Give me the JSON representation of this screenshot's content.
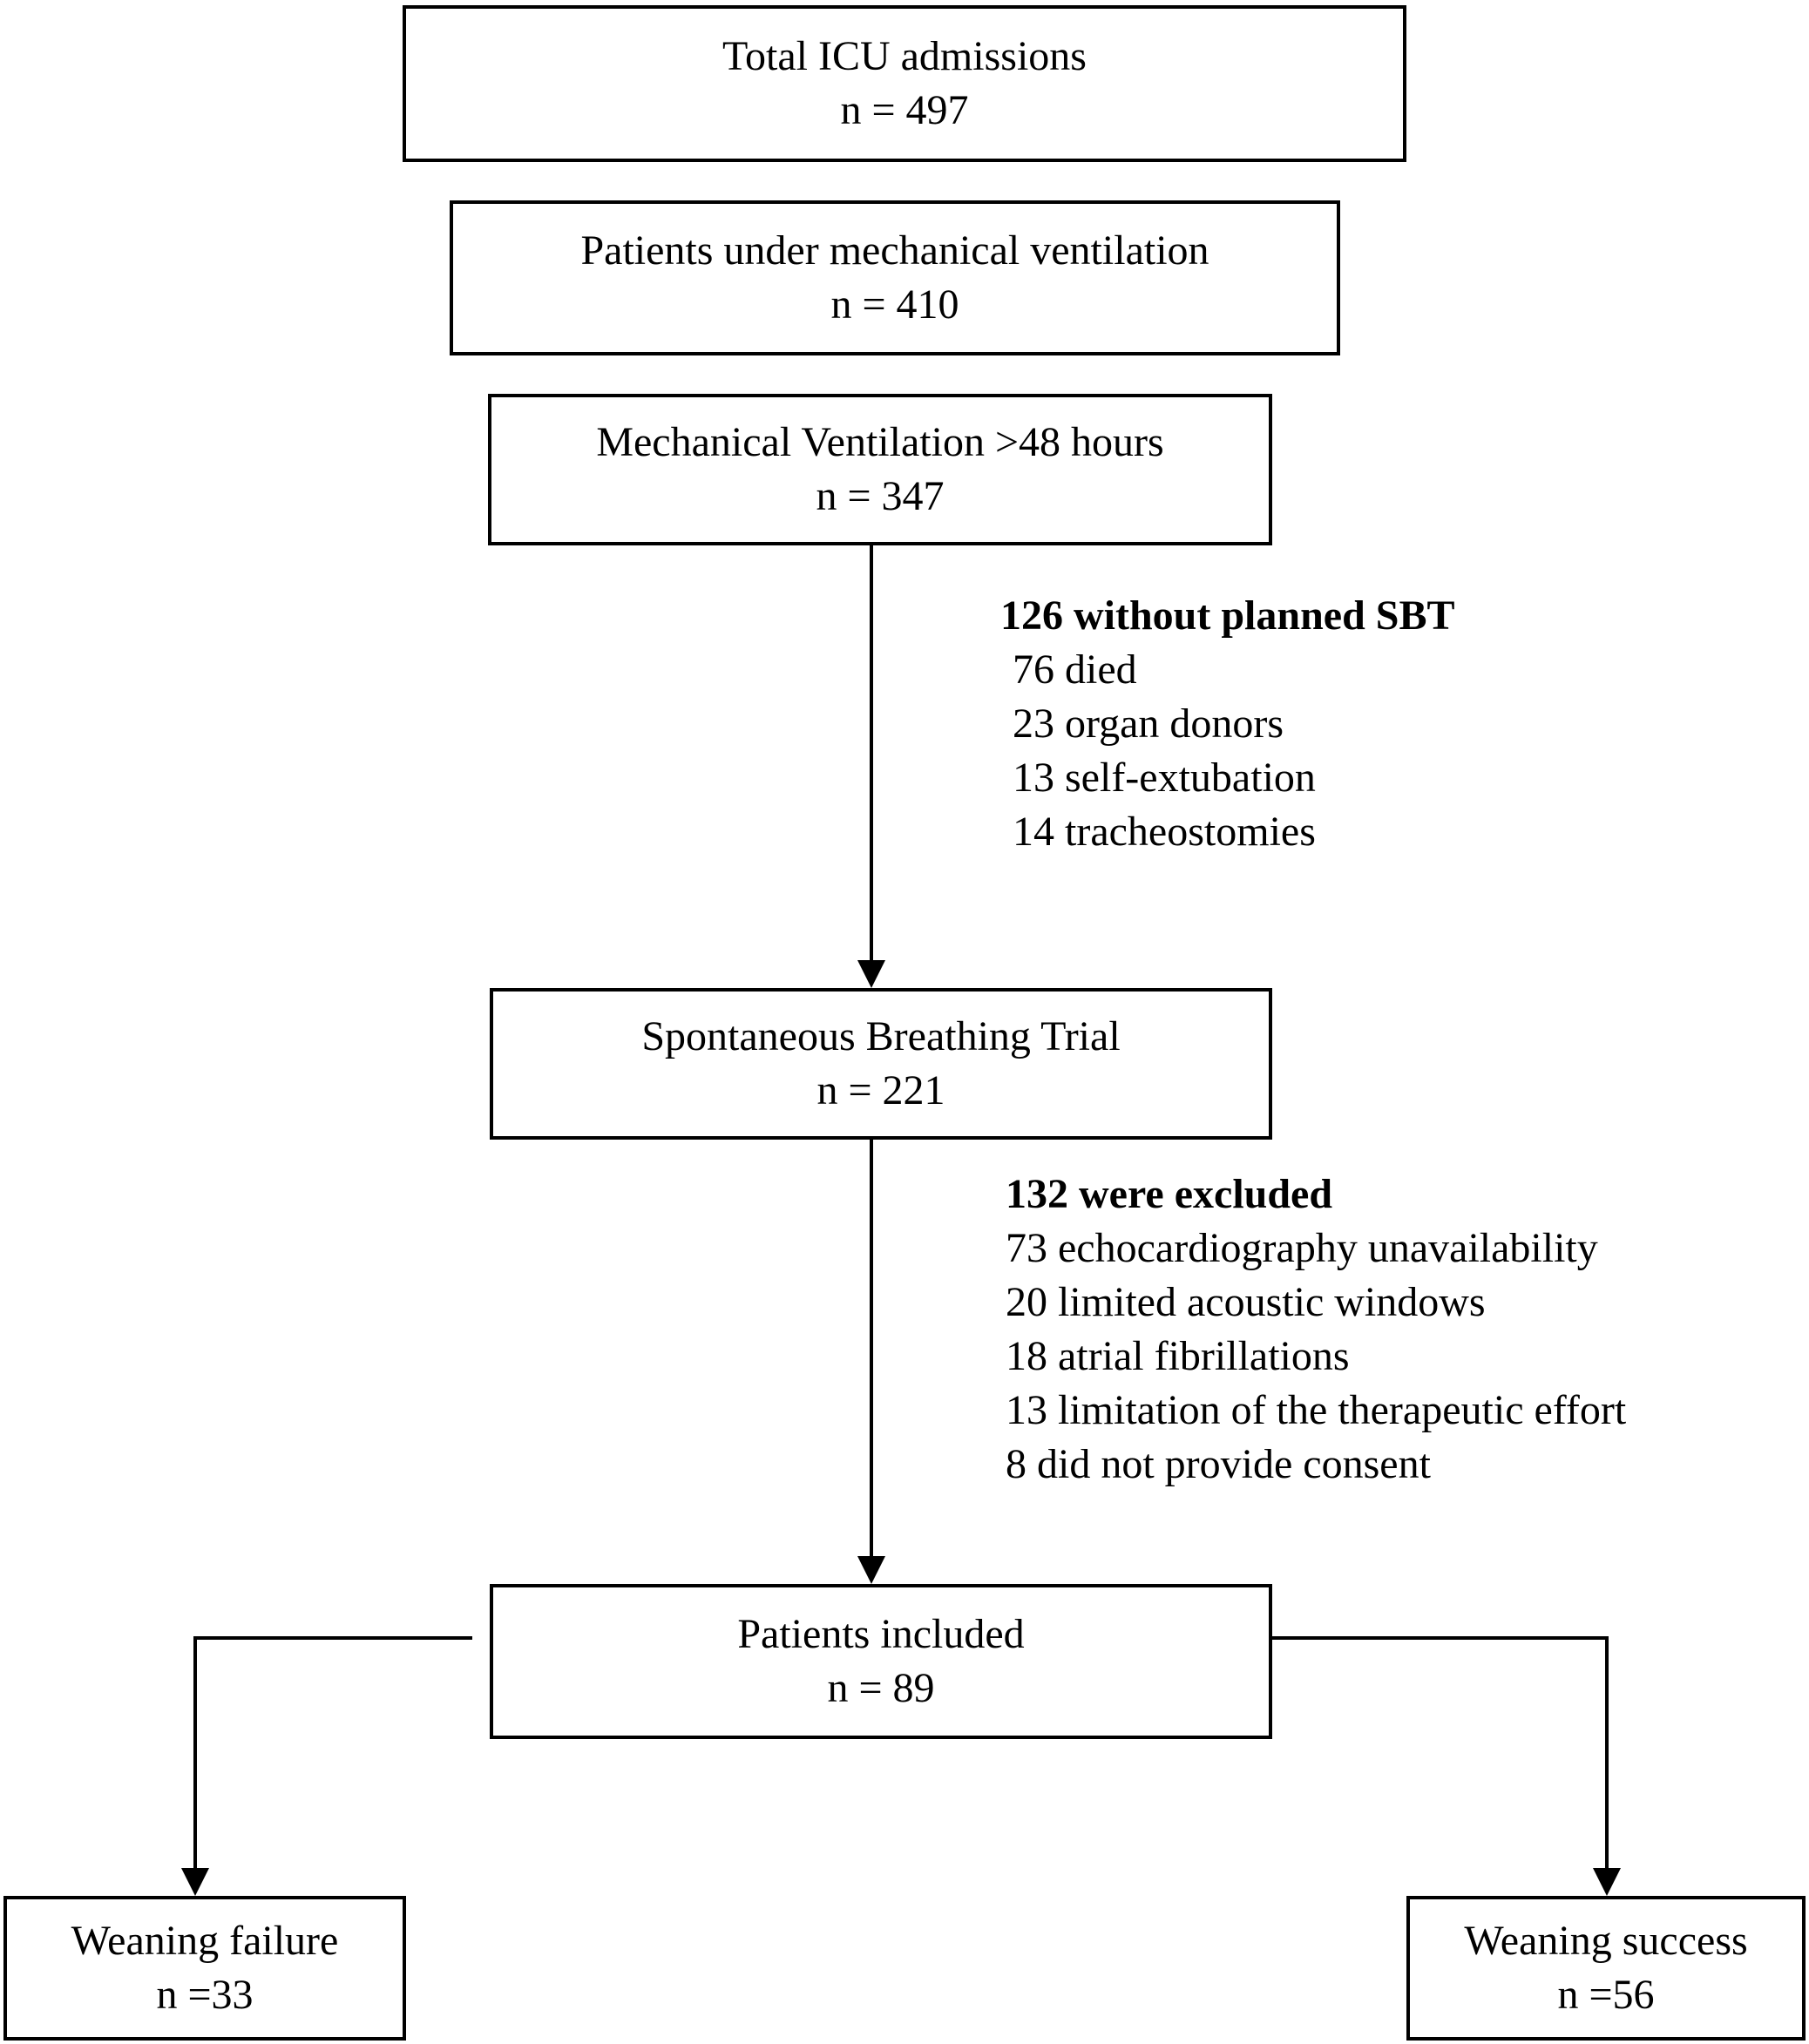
{
  "boxes": {
    "total": {
      "title": "Total ICU admissions",
      "count": "n = 497"
    },
    "mv": {
      "title": "Patients under mechanical ventilation",
      "count": "n = 410"
    },
    "mv48": {
      "title": "Mechanical Ventilation >48 hours",
      "count": "n = 347"
    },
    "sbt": {
      "title": "Spontaneous Breathing Trial",
      "count": "n = 221"
    },
    "included": {
      "title": "Patients included",
      "count": "n = 89"
    },
    "failure": {
      "title": "Weaning failure",
      "count": "n =33"
    },
    "success": {
      "title": "Weaning success",
      "count": "n =56"
    }
  },
  "notes": {
    "no_sbt": {
      "heading": "126 without planned SBT",
      "items": [
        "76 died",
        "23 organ donors",
        "13 self-extubation",
        "14 tracheostomies"
      ]
    },
    "excluded": {
      "heading": "132 were excluded",
      "items": [
        "73 echocardiography unavailability",
        "20 limited acoustic windows",
        "18 atrial fibrillations",
        "13 limitation of the therapeutic effort",
        "8 did not provide consent"
      ]
    }
  }
}
